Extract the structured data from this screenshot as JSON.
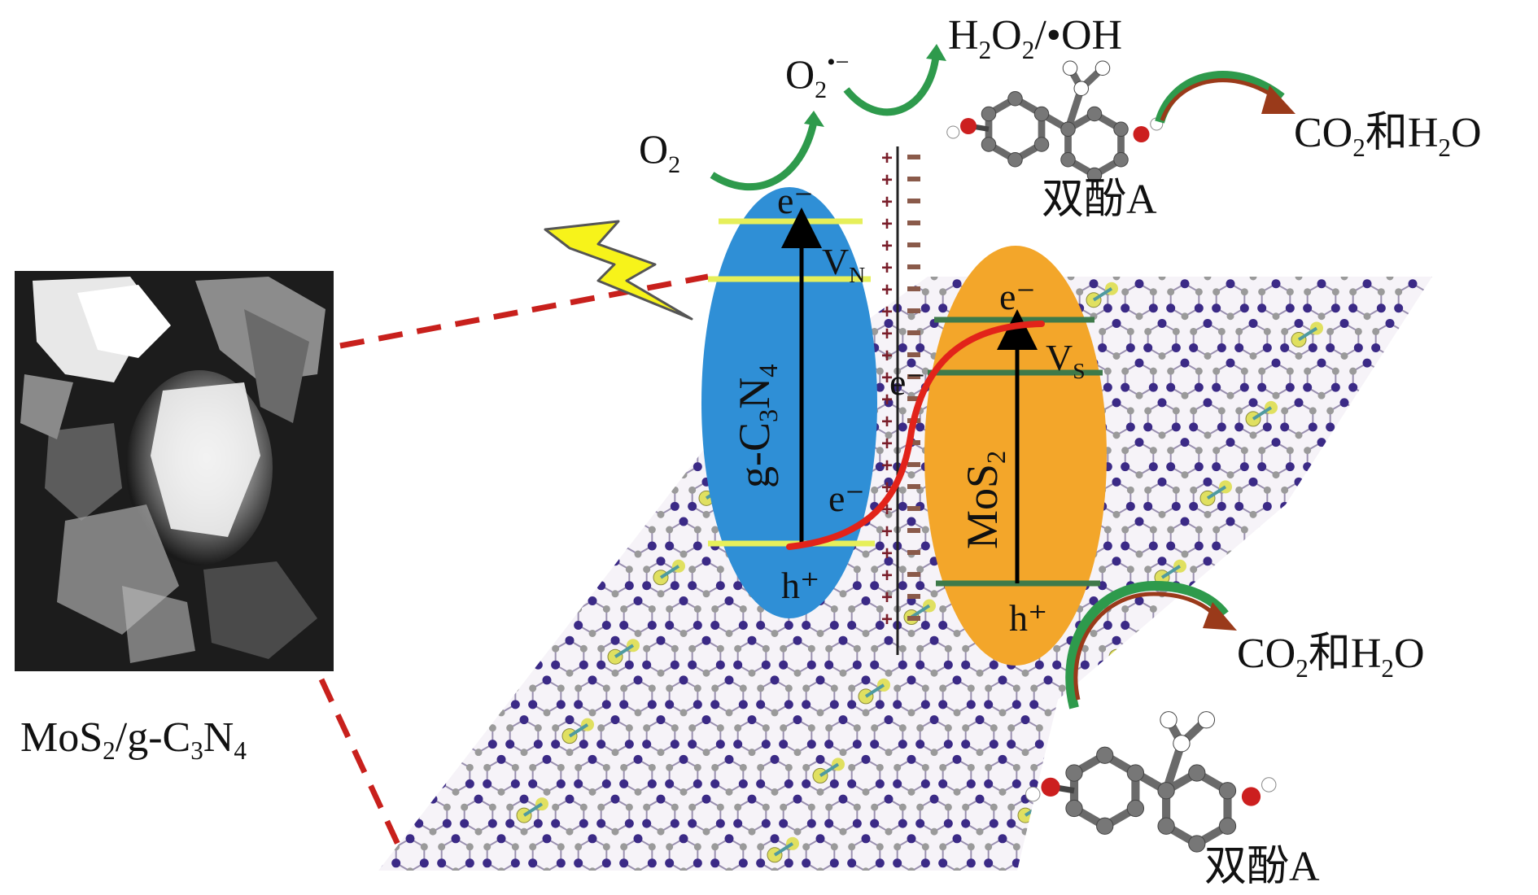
{
  "sample": {
    "caption_parts": [
      "MoS",
      "2",
      "/g-C",
      "3",
      "N",
      "4"
    ]
  },
  "gcn": {
    "name_parts": [
      "g-C",
      "3",
      "N",
      "4"
    ],
    "electron": "e⁻",
    "hole": "h⁺",
    "vacancy_parts": [
      "V",
      "N"
    ],
    "interface_electron": "e⁻"
  },
  "mos2": {
    "name_parts": [
      "MoS",
      "2"
    ],
    "electron": "e⁻",
    "hole": "h⁺",
    "vacancy_parts": [
      "V",
      "S"
    ],
    "interface_electron": "e⁻"
  },
  "species": {
    "o2_parts": [
      "O",
      "2"
    ],
    "superoxide_parts": [
      "O",
      "2",
      "•−"
    ],
    "peroxide_parts": [
      "H",
      "2",
      "O",
      "2",
      "/•OH"
    ]
  },
  "products": {
    "top_parts": [
      "CO",
      "2",
      "和H",
      "2",
      "O"
    ],
    "bottom_parts": [
      "CO",
      "2",
      "和H",
      "2",
      "O"
    ]
  },
  "molecules": {
    "top_label": "双酚A",
    "bottom_label": "双酚A"
  },
  "colors": {
    "gcn_fill": "#2f8fd6",
    "mos2_fill": "#f3a62a",
    "band_yellow": "#e6ef5a",
    "band_green": "#3e7a4a",
    "transfer_red": "#e2231a",
    "dash_red": "#c8201c",
    "arrow_green": "#2e9a4c",
    "arrow_brown": "#9a3a1a",
    "lattice_purple": "#3b2a86",
    "lattice_yellow": "#e0e060",
    "lattice_teal": "#4f9aa0"
  }
}
